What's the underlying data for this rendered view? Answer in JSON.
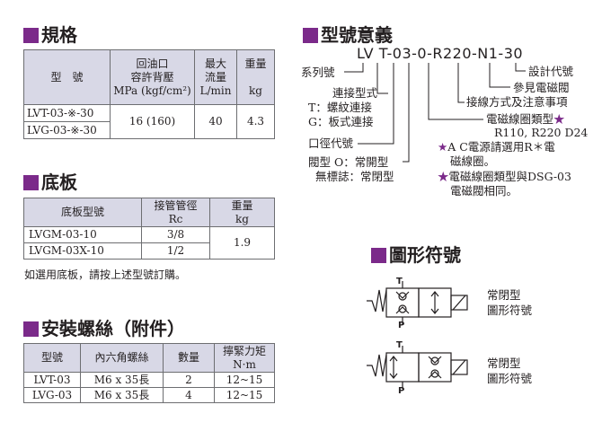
{
  "spec": {
    "title": "規格",
    "headers": [
      "型　號",
      "回油口\n容許背壓\nMPa (kgf/cm²)",
      "最大\n流量\nL/min",
      "重量\n\nkg"
    ],
    "models": [
      "LVT-03-※-30",
      "LVG-03-※-30"
    ],
    "back_pressure": "16 (160)",
    "max_flow": "40",
    "weight": "4.3"
  },
  "base": {
    "title": "底板",
    "headers": [
      "底板型號",
      "接管管徑\nRc",
      "重量\nkg"
    ],
    "rows": [
      {
        "model": "LVGM-03-10",
        "size": "3/8"
      },
      {
        "model": "LVGM-03X-10",
        "size": "1/2"
      }
    ],
    "weight": "1.9",
    "note": "如選用底板，請按上述型號訂購。"
  },
  "bolts": {
    "title": "安裝螺絲（附件）",
    "headers": [
      "型號",
      "內六角螺絲",
      "數量",
      "擰緊力矩\nN·m"
    ],
    "rows": [
      {
        "model": "LVT-03",
        "bolt": "M6 x 35長",
        "qty": "2",
        "torque": "12~15"
      },
      {
        "model": "LVG-03",
        "bolt": "M6 x 35長",
        "qty": "4",
        "torque": "12~15"
      }
    ]
  },
  "code": {
    "title": "型號意義",
    "model_code": "LV T-03-0-R220-N1-30",
    "labels": {
      "series": "系列號",
      "connection": "連接型式",
      "conn_t": "T：螺紋連接",
      "conn_g": "G：板式連接",
      "port": "口徑代號",
      "valve": "閥型 O：常開型",
      "valve_none": "無標誌：常閉型",
      "design": "設計代號",
      "ref": "參見電磁閥",
      "wiring": "接線方式及注意事項",
      "coil": "電磁線圈類型",
      "coil_vals": "R110, R220 D24",
      "ac_note_1": "A C電源請選用R＊電",
      "ac_note_2": "磁線圈。",
      "coil_note_1": "電磁線圈類型與DSG-03",
      "coil_note_2": "電磁閥相同。",
      "star": "★"
    }
  },
  "symbol": {
    "title": "圖形符號",
    "port_t": "T",
    "port_p": "P",
    "items": [
      {
        "line1": "常閉型",
        "line2": "圖形符號"
      },
      {
        "line1": "常閉型",
        "line2": "圖形符號"
      }
    ]
  },
  "colors": {
    "accent": "#7b2a8a",
    "header_bg": "#d8d8e6"
  }
}
